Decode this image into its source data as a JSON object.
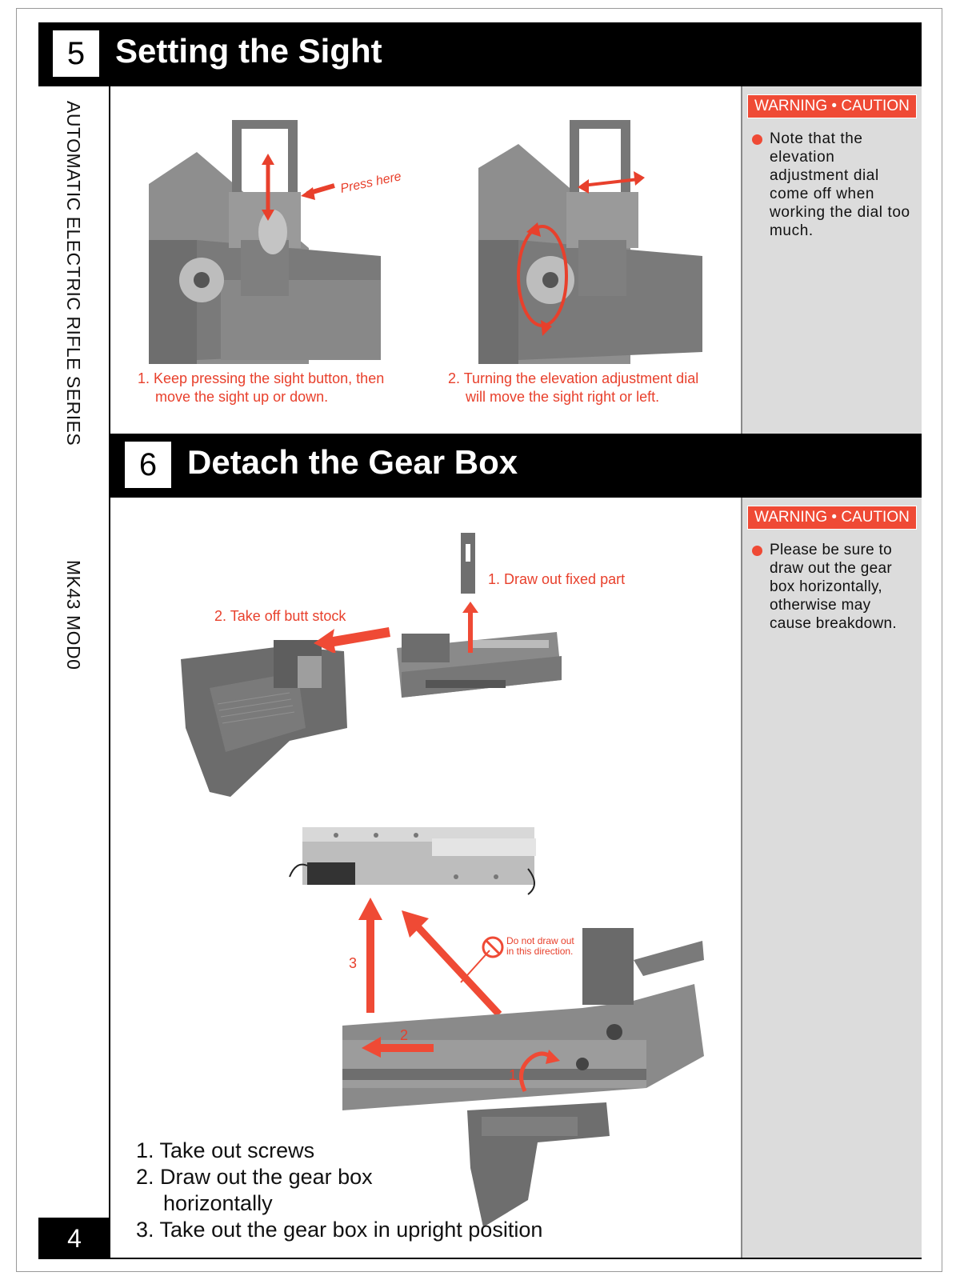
{
  "side": {
    "series_label": "AUTOMATIC ELECTRIC RIFLE SERIES",
    "model_label": "MK43 MOD0"
  },
  "page_number": "4",
  "section5": {
    "number": "5",
    "title": "Setting the Sight",
    "press_here": "Press here",
    "caption1_line1": "1. Keep pressing the sight button, then",
    "caption1_line2": "move the sight up or down.",
    "caption2_line1": "2. Turning the elevation adjustment dial",
    "caption2_line2": "will move the sight right or left.",
    "warning_badge": "WARNING • CAUTION",
    "warning_text": "Note that the elevation adjustment dial come off when working the dial too much."
  },
  "section6": {
    "number": "6",
    "title": "Detach the Gear Box",
    "draw_out_fixed": "1. Draw out fixed part",
    "take_off_stock": "2. Take off butt stock",
    "do_not_line1": "Do not draw out",
    "do_not_line2": "in this direction.",
    "arrow_num_1": "1",
    "arrow_num_2": "2",
    "arrow_num_3": "3",
    "steps": {
      "step1": "1. Take out screws",
      "step2_line1": "2. Draw out the gear box",
      "step2_line2": "horizontally",
      "step3": "3. Take out the gear box in upright position"
    },
    "warning_badge": "WARNING • CAUTION",
    "warning_text": "Please be sure to draw out the gear box horizontally, otherwise may cause breakdown."
  },
  "colors": {
    "accent_red": "#ef4a35",
    "warning_panel": "#dcdcdc",
    "header_black": "#000000"
  }
}
